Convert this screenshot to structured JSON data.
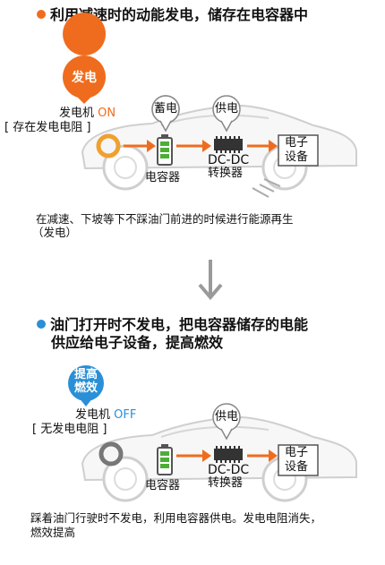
{
  "colors": {
    "orange": "#ef6c1e",
    "blue": "#2a8fd6",
    "gray": "#9a9a9a",
    "green": "#4cae36"
  },
  "panel1": {
    "heading": "利用减速时的动能发电，储存在电容器中",
    "tag": "发电",
    "generator_label": "发电机",
    "generator_state": "ON",
    "resistance_note": "[ 存在发电电阻 ]",
    "bubble_store": "蓄电",
    "bubble_supply": "供电",
    "capacitor_label": "电容器",
    "dcdc_label": "DC-DC",
    "converter_label": "转换器",
    "device_line1": "电子",
    "device_line2": "设备",
    "caption_line1": "在减速、下坡等下不踩油门前进的时候进行能源再生",
    "caption_line2": "（发电）"
  },
  "panel2": {
    "heading_line1": "油门打开时不发电，把电容器储存的电能",
    "heading_line2": "供应给电子设备，提高燃效",
    "tag_line1": "提高",
    "tag_line2": "燃效",
    "generator_label": "发电机",
    "generator_state": "OFF",
    "resistance_note": "[ 无发电电阻 ]",
    "bubble_supply": "供电",
    "capacitor_label": "电容器",
    "dcdc_label": "DC-DC",
    "converter_label": "转换器",
    "device_line1": "电子",
    "device_line2": "设备",
    "caption_line1": "踩着油门行驶时不发电，利用电容器供电。发电电阻消失，",
    "caption_line2": "燃效提高"
  }
}
